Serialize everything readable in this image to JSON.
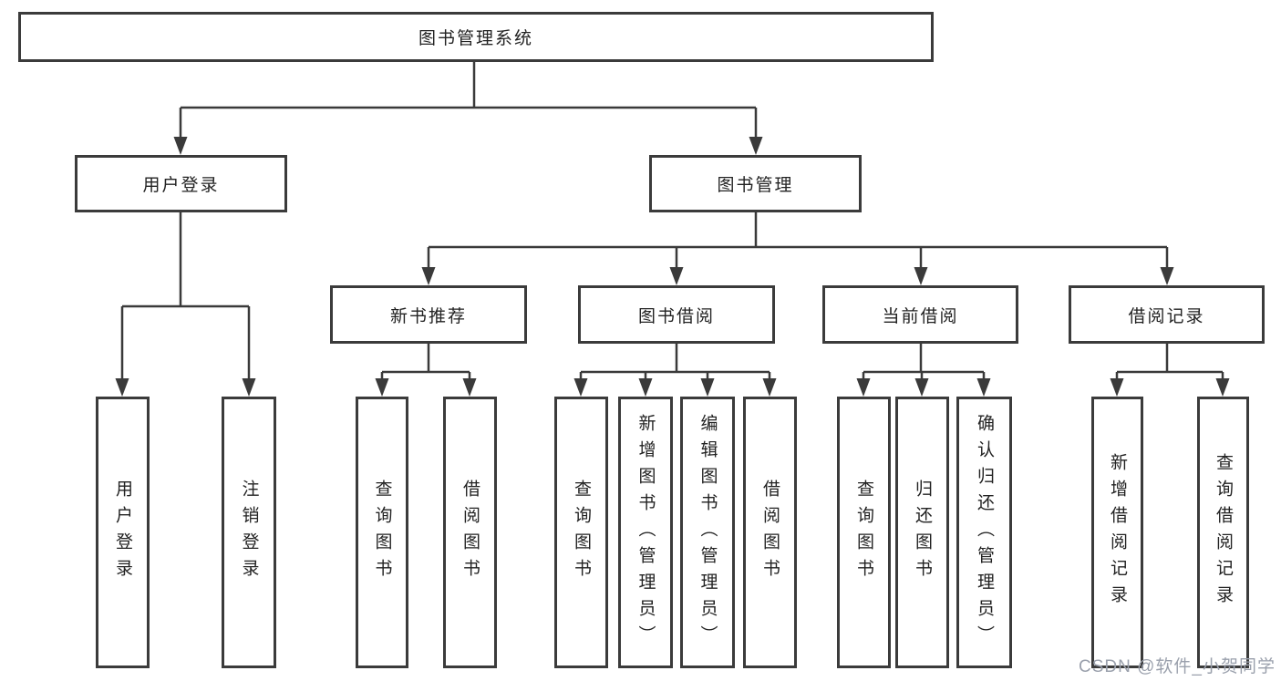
{
  "diagram": {
    "title": "图书管理系统",
    "watermark": "CSDN @软件_小贺同学",
    "colors": {
      "line": "#3a3a3a",
      "border": "#3b3b3b",
      "text": "#222222",
      "background": "#ffffff",
      "watermark": "#9aa0ac"
    },
    "nodes": [
      {
        "id": "root",
        "label": "图书管理系统",
        "level": 1,
        "parent": null
      },
      {
        "id": "user-login",
        "label": "用户登录",
        "level": 2,
        "parent": "root"
      },
      {
        "id": "book-mgmt",
        "label": "图书管理",
        "level": 2,
        "parent": "root"
      },
      {
        "id": "new-book-rec",
        "label": "新书推荐",
        "level": 3,
        "parent": "book-mgmt"
      },
      {
        "id": "book-borrow",
        "label": "图书借阅",
        "level": 3,
        "parent": "book-mgmt"
      },
      {
        "id": "current-borrow",
        "label": "当前借阅",
        "level": 3,
        "parent": "book-mgmt"
      },
      {
        "id": "borrow-records",
        "label": "借阅记录",
        "level": 3,
        "parent": "book-mgmt"
      },
      {
        "id": "login-leaf",
        "label": "用户登录",
        "level": 4,
        "parent": "user-login"
      },
      {
        "id": "logout-leaf",
        "label": "注销登录",
        "level": 4,
        "parent": "user-login"
      },
      {
        "id": "rec-query-book",
        "label": "查询图书",
        "level": 4,
        "parent": "new-book-rec"
      },
      {
        "id": "rec-borrow-book",
        "label": "借阅图书",
        "level": 4,
        "parent": "new-book-rec"
      },
      {
        "id": "bb-query-book",
        "label": "查询图书",
        "level": 4,
        "parent": "book-borrow"
      },
      {
        "id": "bb-add-book",
        "label": "新增图书（管理员）",
        "level": 4,
        "parent": "book-borrow"
      },
      {
        "id": "bb-edit-book",
        "label": "编辑图书（管理员）",
        "level": 4,
        "parent": "book-borrow"
      },
      {
        "id": "bb-borrow-book",
        "label": "借阅图书",
        "level": 4,
        "parent": "book-borrow"
      },
      {
        "id": "cb-query-book",
        "label": "查询图书",
        "level": 4,
        "parent": "current-borrow"
      },
      {
        "id": "cb-return-book",
        "label": "归还图书",
        "level": 4,
        "parent": "current-borrow"
      },
      {
        "id": "cb-confirm-return",
        "label": "确认归还（管理员）",
        "level": 4,
        "parent": "current-borrow"
      },
      {
        "id": "br-add-record",
        "label": "新增借阅记录",
        "level": 4,
        "parent": "borrow-records"
      },
      {
        "id": "br-query-record",
        "label": "查询借阅记录",
        "level": 4,
        "parent": "borrow-records"
      }
    ]
  }
}
